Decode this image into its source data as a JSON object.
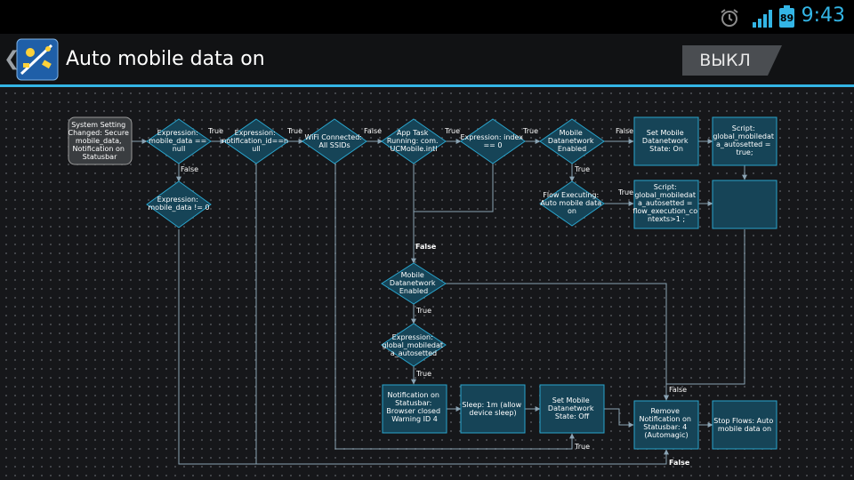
{
  "status": {
    "time": "9:43",
    "battery": "89"
  },
  "actionbar": {
    "title": "Auto mobile data on",
    "toggle_label": "ВЫКЛ"
  },
  "colors": {
    "accent": "#33b5e5",
    "node_fill": "#164457",
    "node_border": "#2aa4cc"
  },
  "icons": [
    "alarm-icon",
    "signal-icon",
    "battery-icon",
    "back-icon",
    "app-icon"
  ],
  "flow": {
    "trigger": [
      "System Setting",
      "Changed: Secure",
      "mobile_data,",
      "Notification on",
      "Statusbar"
    ],
    "cond_mobile_data_null": [
      "Expression:",
      "mobile_data ==",
      "null"
    ],
    "cond_mobile_data_not0": [
      "Expression:",
      "mobile_data != 0"
    ],
    "cond_notification_id": [
      "Expression:",
      "notification_id==n",
      "ull"
    ],
    "cond_wifi": [
      "WiFi Connected:",
      "All SSIDs"
    ],
    "cond_app_task": [
      "App Task",
      "Running: com.",
      "UCMobile.intl"
    ],
    "cond_index": [
      "Expression: index",
      "== 0"
    ],
    "cond_mobile_enabled_top": [
      "Mobile",
      "Datanetwork",
      "Enabled"
    ],
    "action_set_on": [
      "Set Mobile",
      "Datanetwork",
      "State: On"
    ],
    "action_script_true": [
      "Script:",
      "global_mobiledat",
      "a_autosetted =",
      "true;"
    ],
    "cond_flow_executing": [
      "Flow Executing:",
      "Auto mobile data",
      "on"
    ],
    "action_script_flow": [
      "Script:",
      "global_mobiledat",
      "a_autosetted =",
      "flow_execution_co",
      "ntexts>1 ;"
    ],
    "cond_mobile_enabled_mid": [
      "Mobile",
      "Datanetwork",
      "Enabled"
    ],
    "cond_autosetted": [
      "Expression:",
      "global_mobiledat",
      "a_autosetted"
    ],
    "action_notification": [
      "Notification on",
      "Statusbar:",
      "Browser closed",
      "Warning ID 4"
    ],
    "action_sleep": [
      "Sleep: 1m (allow",
      "device sleep)"
    ],
    "action_set_off": [
      "Set Mobile",
      "Datanetwork",
      "State: Off"
    ],
    "action_remove_notification": [
      "Remove",
      "Notification on",
      "Statusbar: 4",
      "(Automagic)"
    ],
    "action_stop_flows": [
      "Stop Flows: Auto",
      "mobile data on"
    ],
    "labels": {
      "true": "True",
      "false": "False"
    }
  }
}
